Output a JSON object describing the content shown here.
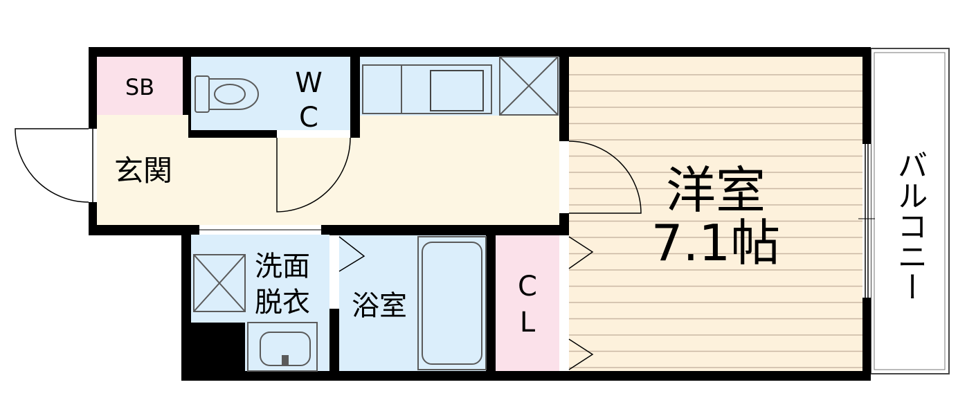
{
  "labels": {
    "sb": "SB",
    "wc_w": "W",
    "wc_c": "C",
    "genkan": "玄関",
    "washroom_line1": "洗面",
    "washroom_line2": "脱衣",
    "bath": "浴室",
    "closet_c": "C",
    "closet_l": "L",
    "western_room": "洋室",
    "western_room_size": "7.1帖",
    "balcony": "バルコニー"
  },
  "colors": {
    "wall": "#000000",
    "sb_closet": "#fbe1ea",
    "wet_area": "#dbeefb",
    "corridor": "#fdf6e3",
    "room_floor": "#fdf1dc",
    "floor_lines": "#c9b7a3",
    "fixture_line": "#5a5a5a"
  }
}
